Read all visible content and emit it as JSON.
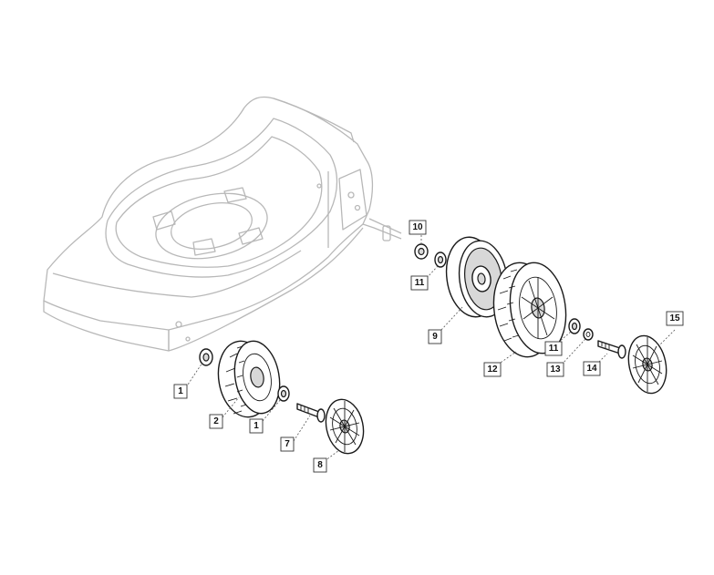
{
  "callouts": [
    {
      "id": "c1a",
      "label": "1"
    },
    {
      "id": "c2",
      "label": "2"
    },
    {
      "id": "c1b",
      "label": "1"
    },
    {
      "id": "c7",
      "label": "7"
    },
    {
      "id": "c8",
      "label": "8"
    },
    {
      "id": "c10",
      "label": "10"
    },
    {
      "id": "c11a",
      "label": "11"
    },
    {
      "id": "c9",
      "label": "9"
    },
    {
      "id": "c12",
      "label": "12"
    },
    {
      "id": "c11b",
      "label": "11"
    },
    {
      "id": "c13",
      "label": "13"
    },
    {
      "id": "c14",
      "label": "14"
    },
    {
      "id": "c15",
      "label": "15"
    }
  ]
}
